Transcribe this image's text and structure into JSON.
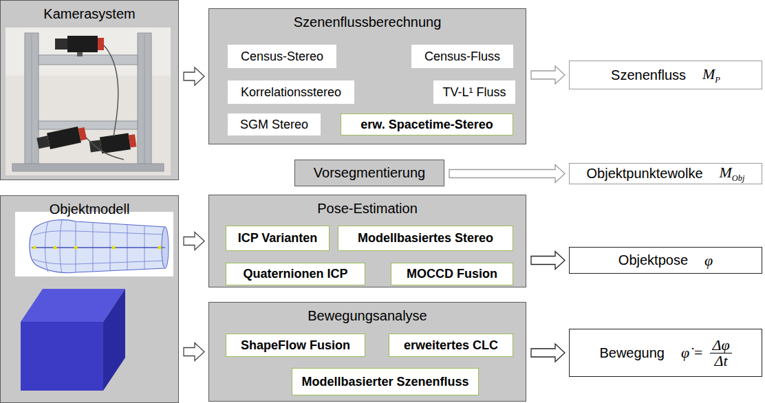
{
  "diagram": {
    "nodes": [
      {
        "text": [
          "Kamerasystem"
        ]
      },
      {
        "text": [
          "Szenenflussberechnung"
        ]
      },
      {
        "text": [
          "Census-Stereo"
        ],
        "in": 1
      },
      {
        "text": [
          "Census-Fluss"
        ],
        "in": 1
      },
      {
        "text": [
          "Korrelationsstereo"
        ],
        "in": 1
      },
      {
        "text": [
          "TV-L¹ Fluss"
        ],
        "in": 1
      },
      {
        "text": [
          "SGM Stereo"
        ],
        "in": 1
      },
      {
        "text": [
          "erw. Spacetime-Stereo"
        ],
        "in": 1
      },
      {
        "text": [
          "Szenenfluss",
          "MP"
        ]
      },
      {
        "text": [
          "Vorsegmentierung"
        ]
      },
      {
        "text": [
          "Objektpunktewolke",
          "MObj"
        ]
      },
      {
        "text": [
          "Objektmodell"
        ]
      },
      {
        "text": [
          "Pose-Estimation"
        ]
      },
      {
        "text": [
          "ICP Varianten"
        ],
        "in": 12
      },
      {
        "text": [
          "Modellbasiertes Stereo"
        ],
        "in": 12
      },
      {
        "text": [
          "Quaternionen ICP"
        ],
        "in": 12
      },
      {
        "text": [
          "MOCCD Fusion"
        ],
        "in": 12
      },
      {
        "text": [
          "Objektpose",
          "φ"
        ]
      },
      {
        "text": [
          "Bewegungsanalyse"
        ]
      },
      {
        "text": [
          "ShapeFlow Fusion"
        ],
        "in": 18
      },
      {
        "text": [
          "erweitertes CLC"
        ],
        "in": 18
      },
      {
        "text": [
          "Modellbasierter Szenenfluss"
        ],
        "in": 18
      },
      {
        "text": [
          "Bewegung",
          "φ̇ =",
          "Δφ",
          "Δt"
        ]
      }
    ],
    "edges": [
      {
        "from": 0,
        "to": 1,
        "arrow": "to"
      },
      {
        "from": 1,
        "to": 8,
        "arrow": "to"
      },
      {
        "from": 9,
        "to": 10,
        "arrow": "to"
      },
      {
        "from": 11,
        "to": 12,
        "arrow": "to"
      },
      {
        "from": 12,
        "to": 17,
        "arrow": "to"
      },
      {
        "from": 11,
        "to": 18,
        "arrow": "to"
      },
      {
        "from": 18,
        "to": 22,
        "arrow": "to"
      }
    ]
  }
}
